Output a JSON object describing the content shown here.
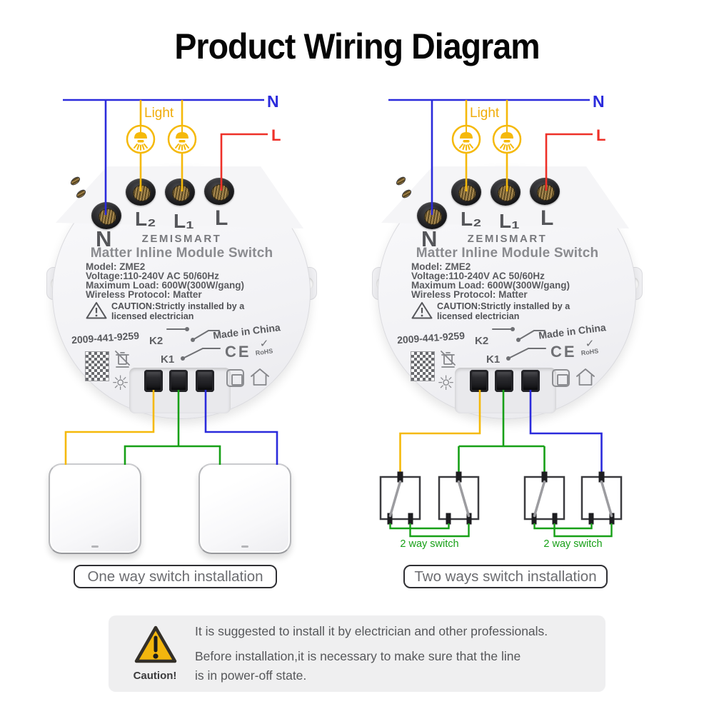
{
  "title": "Product Wiring Diagram",
  "colors": {
    "neutral_wire": "#2b2bdc",
    "live_wire": "#ee3028",
    "load_wire": "#f5b90a",
    "switch_link_wire": "#17a017",
    "caution_triangle": "#f3b60e"
  },
  "wiring": {
    "neutral_label": "N",
    "live_label": "L",
    "light_label": "Light",
    "two_way_switch_label": "2 way switch"
  },
  "device": {
    "brand": "ZEMISMART",
    "product_name": "Matter Inline Module Switch",
    "terminal_neutral": "N",
    "terminal_l2": "L₂",
    "terminal_l1": "L₁",
    "terminal_l": "L",
    "spec_model": "Model: ZME2",
    "spec_voltage": "Voltage:110-240V AC 50/60Hz",
    "spec_load": "Maximum Load: 600W(300W/gang)",
    "spec_protocol": "Wireless Protocol: Matter",
    "caution_line1": "CAUTION:Strictly installed by a",
    "caution_line2": "licensed electrician",
    "serial": "2009-441-9259",
    "k2_label": "K2",
    "k1_label": "K1",
    "made_in": "Made in China",
    "ce_mark": "CE",
    "rohs_label": "RoHS",
    "icons": {
      "rohs_check": "✓",
      "sun": "☼"
    }
  },
  "captions": {
    "one_way": "One way switch installation",
    "two_way": "Two ways switch installation"
  },
  "caution_panel": {
    "label": "Caution!",
    "line1": "It is suggested to install it by electrician and other professionals.",
    "line2": "Before installation,it is necessary to make sure that the line",
    "line3": "is in power-off state."
  }
}
